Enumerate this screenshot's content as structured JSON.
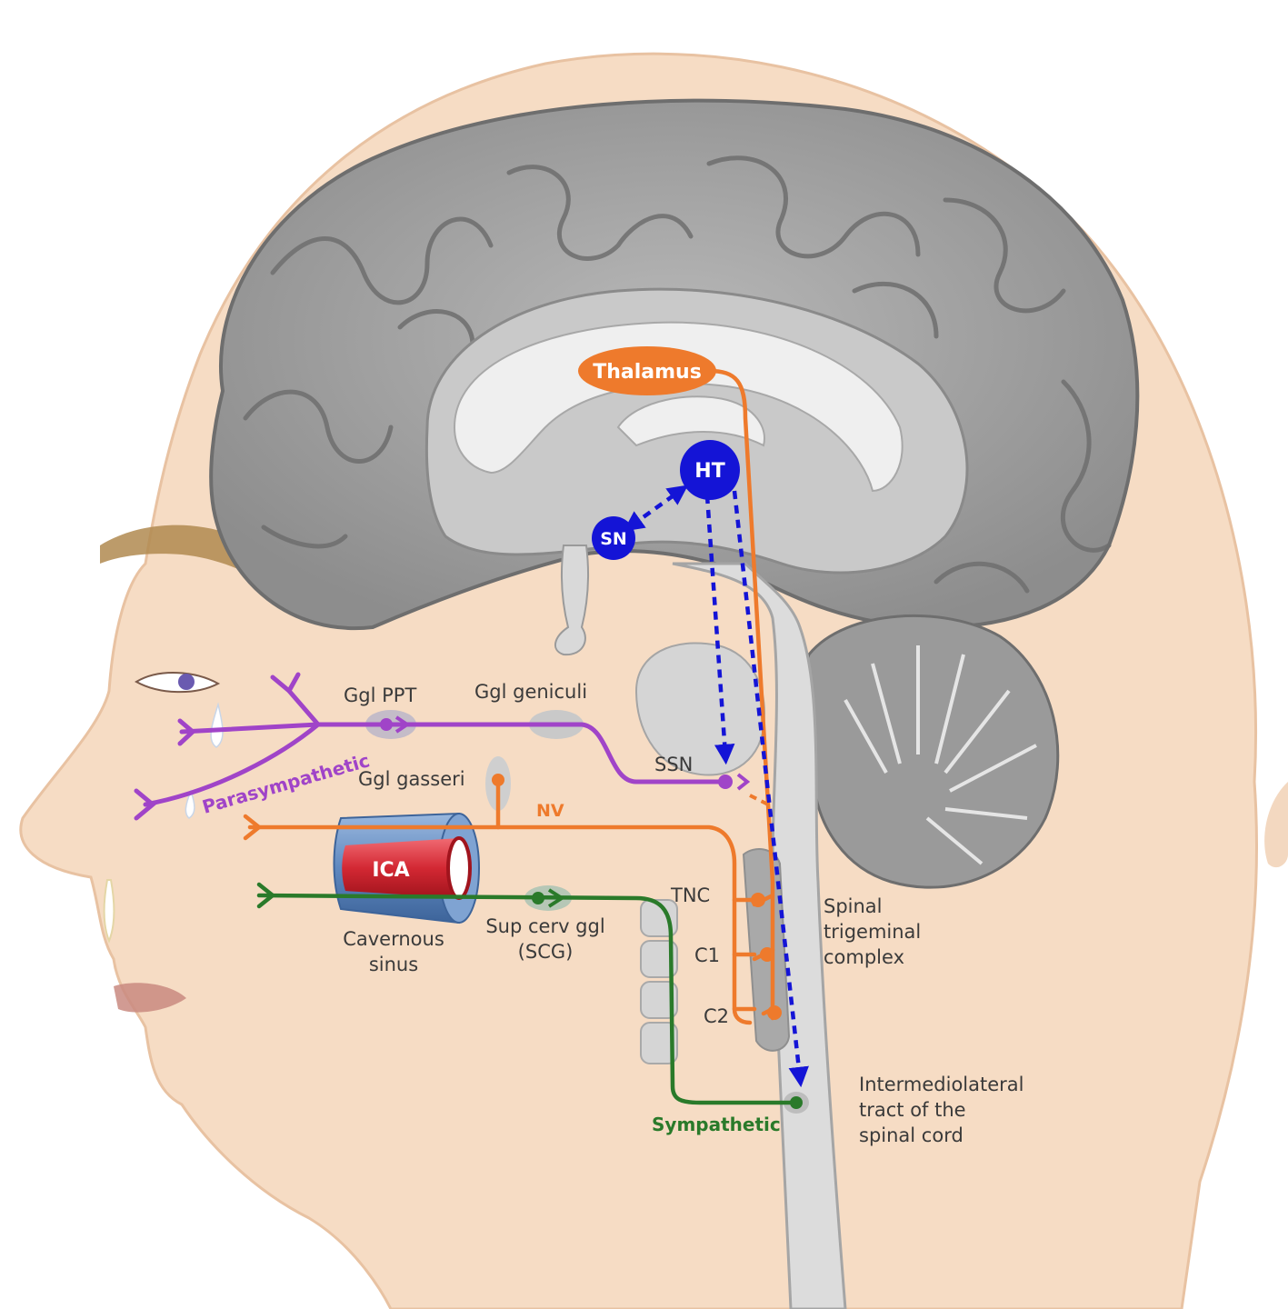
{
  "colors": {
    "skin": "#f6dcc4",
    "skin_shadow": "#e8c2a2",
    "brain": "#9a9a9a",
    "brain_light": "#c9c9c9",
    "white_matter": "#eeeeee",
    "parasympathetic": "#a044c8",
    "trigeminal": "#ee7a2c",
    "sympathetic": "#2a7a2a",
    "hypothalamic": "#1414d6",
    "artery_red": "#d32833",
    "sinus_blue": "#5f88bf"
  },
  "labels": {
    "thalamus": "Thalamus",
    "ht": "HT",
    "sn": "SN",
    "ggl_ppt": "Ggl PPT",
    "ggl_geniculi": "Ggl geniculi",
    "ssn": "SSN",
    "ggl_gasseri": "Ggl gasseri",
    "parasympathetic": "Parasympathetic",
    "nv": "NV",
    "ica": "ICA",
    "tnc": "TNC",
    "c1": "C1",
    "c2": "C2",
    "cavernous_line1": "Cavernous",
    "cavernous_line2": "sinus",
    "sup_cerv_line1": "Sup cerv ggl",
    "sup_cerv_line2": "(SCG)",
    "spinal_line1": "Spinal",
    "spinal_line2": "trigeminal",
    "spinal_line3": "complex",
    "imlt_line1": "Intermediolateral",
    "imlt_line2": "tract of the",
    "imlt_line3": "spinal cord",
    "sympathetic": "Sympathetic"
  }
}
